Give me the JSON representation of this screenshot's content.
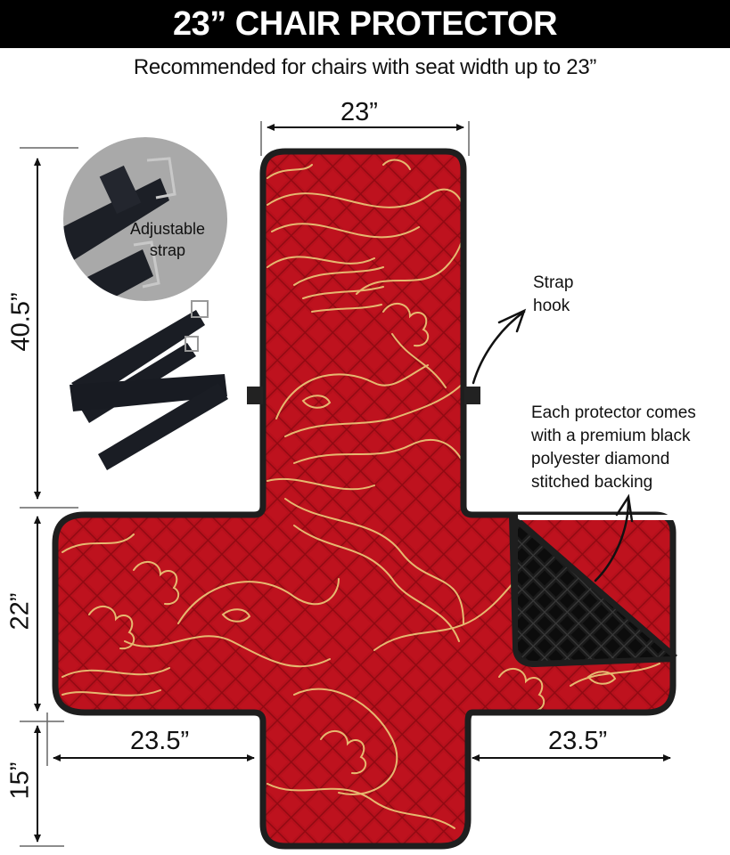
{
  "header": {
    "title": "23” CHAIR PROTECTOR",
    "background": "#000000",
    "color": "#ffffff"
  },
  "subtitle": "Recommended for chairs with seat width up to 23”",
  "dimensions": {
    "top_width": "23”",
    "backrest_height": "40.5”",
    "seat_depth": "22”",
    "front_flap": "15”",
    "left_arm": "23.5”",
    "right_arm": "23.5”"
  },
  "callouts": {
    "adjustable_strap": "Adjustable strap",
    "adjustable_strap_lines": [
      "Adjustable",
      "strap"
    ],
    "strap_hook_lines": [
      "Strap",
      "hook"
    ],
    "backing_lines": [
      "Each protector comes",
      "with a premium black",
      "polyester diamond",
      "stitched backing"
    ]
  },
  "colors": {
    "fabric_red": "#b8101c",
    "fabric_red_dark": "#9a0a14",
    "pattern_gold": "#e6b870",
    "border_black": "#1e1e1e",
    "backing_black": "#141414",
    "circle_grey": "#a9a9a9"
  },
  "icons": {
    "arrow": "curved-arrow-icon",
    "dimension": "double-arrow-icon"
  }
}
